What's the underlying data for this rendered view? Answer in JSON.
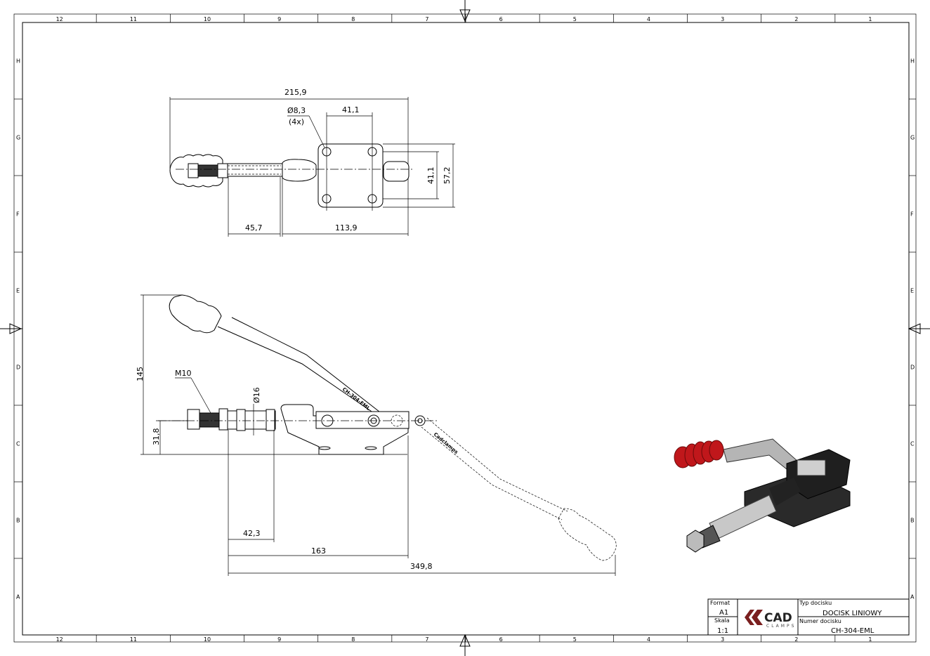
{
  "sheet": {
    "columns": [
      "12",
      "11",
      "10",
      "9",
      "8",
      "7",
      "6",
      "5",
      "4",
      "3",
      "2",
      "1"
    ],
    "rows": [
      "H",
      "G",
      "F",
      "E",
      "D",
      "C",
      "B",
      "A"
    ]
  },
  "top_view": {
    "dims": {
      "overall_length": "215,9",
      "hole_diameter": "Ø8,3",
      "hole_count": "(4x)",
      "hole_spacing_x": "41,1",
      "hole_spacing_y": "41,1",
      "base_width": "57,2",
      "stroke_45": "45,7",
      "base_to_end": "113,9"
    }
  },
  "side_view": {
    "dims": {
      "height": "145",
      "axis_height": "31,8",
      "thread": "M10",
      "rod_diameter": "Ø16",
      "d_42": "42,3",
      "d_163": "163",
      "overall": "349,8"
    },
    "handle_marking": "CH-304-EML",
    "handle_brand": "Cadclamps"
  },
  "title_block": {
    "format_label": "Format",
    "format_value": "A1",
    "scale_label": "Skala",
    "scale_value": "1:1",
    "logo_text": "CAD",
    "logo_sub": "CLAMPS",
    "type_label": "Typ docisku",
    "type_value": "DOCISK LINIOWY",
    "number_label": "Numer docisku",
    "number_value": "CH-304-EML"
  },
  "colors": {
    "logo": "#7a1f1f",
    "grip": "#c0171b",
    "body": "#222222"
  }
}
